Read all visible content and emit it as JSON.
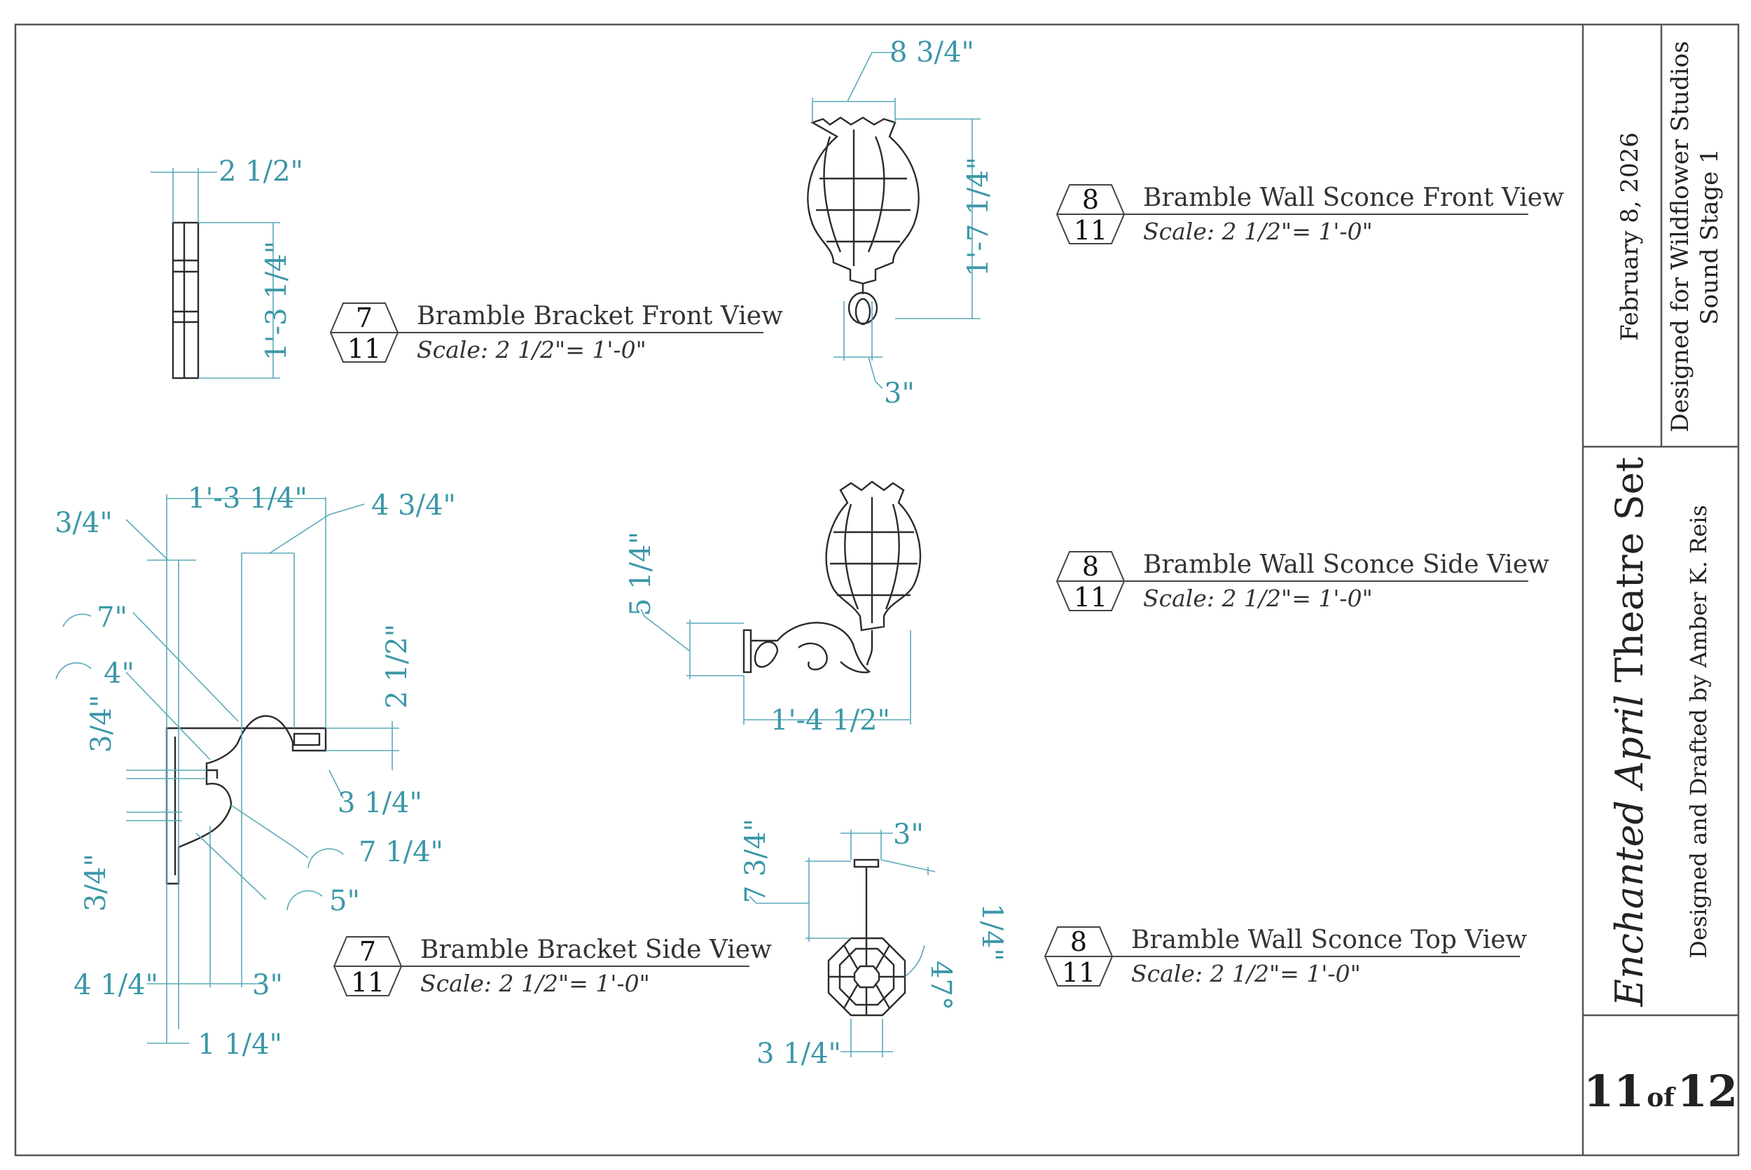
{
  "sheet": {
    "title_italic": "Enchanted April",
    "title_rest": " Theatre Set",
    "designer": "Designed and Drafted by Amber K. Reis",
    "client_line1": "Designed for Wildflower Studios",
    "client_line2": "Sound Stage 1",
    "date": "February 8, 2026",
    "page_num": "11",
    "page_of": "of",
    "page_total": "12",
    "accent_color": "#3b97a8"
  },
  "views": {
    "bracket_front": {
      "num": "7",
      "sheet": "11",
      "title": "Bramble Bracket Front View",
      "scale": "Scale: 2 1/2\"= 1'-0\""
    },
    "bracket_side": {
      "num": "7",
      "sheet": "11",
      "title": "Bramble Bracket Side View",
      "scale": "Scale: 2 1/2\"= 1'-0\""
    },
    "sconce_front": {
      "num": "8",
      "sheet": "11",
      "title": "Bramble Wall Sconce Front View",
      "scale": "Scale: 2 1/2\"= 1'-0\""
    },
    "sconce_side": {
      "num": "8",
      "sheet": "11",
      "title": "Bramble Wall Sconce Side View",
      "scale": "Scale: 2 1/2\"= 1'-0\""
    },
    "sconce_top": {
      "num": "8",
      "sheet": "11",
      "title": "Bramble Wall Sconce Top View",
      "scale": "Scale: 2 1/2\"= 1'-0\""
    }
  },
  "dims": {
    "bf_width": "2 1/2\"",
    "bf_height": "1'-3 1/4\"",
    "bs_top": "1'-3 1/4\"",
    "bs_right_top": "4 3/4\"",
    "bs_34_top": "3/4\"",
    "bs_7": "7\"",
    "bs_4": "4\"",
    "bs_34_left": "3/4\"",
    "bs_212": "2 1/2\"",
    "bs_314": "3 1/4\"",
    "bs_714": "7 1/4\"",
    "bs_34_low": "3/4\"",
    "bs_5": "5\"",
    "bs_414": "4 1/4\"",
    "bs_3": "3\"",
    "bs_114": "1 1/4\"",
    "sf_width": "8 3/4\"",
    "sf_height": "1'-7 1/4\"",
    "sf_3": "3\"",
    "ss_height": "5 1/4\"",
    "ss_width": "1'-4 1/2\"",
    "st_3": "3\"",
    "st_734": "7 3/4\"",
    "st_14": "1/4\"",
    "st_47": "47°",
    "st_314": "3 1/4\""
  }
}
